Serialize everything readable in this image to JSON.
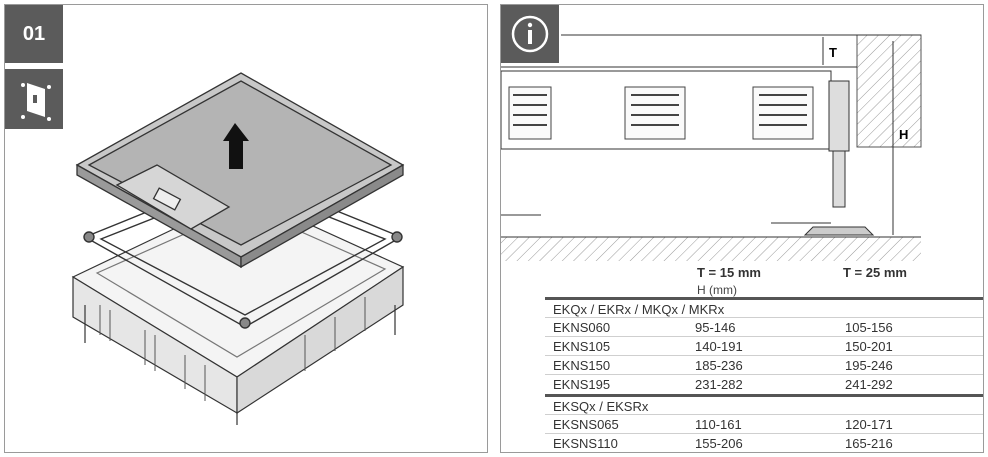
{
  "left_panel": {
    "step_number": "01",
    "icons": {
      "tool": "screwdriver-tool-icon",
      "lift": "lift-arrow-icon"
    }
  },
  "right_panel": {
    "icons": {
      "info": "info-icon"
    },
    "diagram_labels": {
      "t": "T",
      "h": "H"
    },
    "table": {
      "col_t15": "T = 15 mm",
      "col_t25": "T = 25 mm",
      "unit_label": "H (mm)",
      "groups": [
        {
          "title": "EKQx / EKRx / MKQx / MKRx",
          "rows": [
            {
              "model": "EKNS060",
              "t15": "95-146",
              "t25": "105-156"
            },
            {
              "model": "EKNS105",
              "t15": "140-191",
              "t25": "150-201"
            },
            {
              "model": "EKNS150",
              "t15": "185-236",
              "t25": "195-246"
            },
            {
              "model": "EKNS195",
              "t15": "231-282",
              "t25": "241-292"
            }
          ]
        },
        {
          "title": "EKSQx / EKSRx",
          "rows": [
            {
              "model": "EKSNS065",
              "t15": "110-161",
              "t25": "120-171"
            },
            {
              "model": "EKSNS110",
              "t15": "155-206",
              "t25": "165-216"
            }
          ]
        }
      ]
    }
  },
  "colors": {
    "badge": "#5b5b5b",
    "lid": "#b8b8b8",
    "line": "#333333"
  }
}
